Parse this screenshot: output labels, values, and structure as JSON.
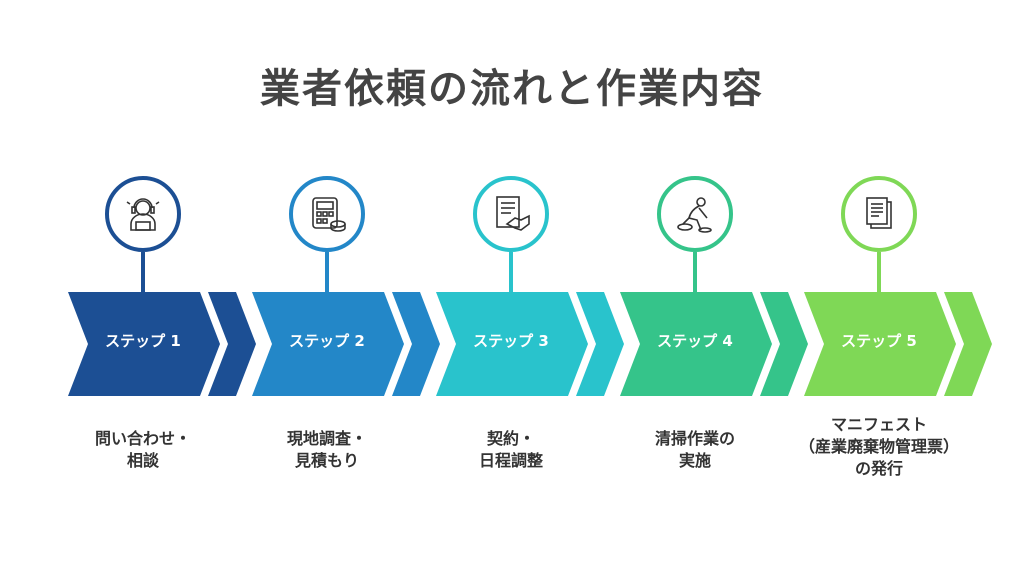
{
  "title": "業者依頼の流れと作業内容",
  "steps": [
    {
      "label": "ステップ 1",
      "desc": "問い合わせ・\n相談",
      "color": "#1c4f94",
      "icon": "headset-operator-icon"
    },
    {
      "label": "ステップ 2",
      "desc": "現地調査・\n見積もり",
      "color": "#2387c8",
      "icon": "calculator-coins-icon"
    },
    {
      "label": "ステップ 3",
      "desc": "契約・\n日程調整",
      "color": "#29c3cc",
      "icon": "contract-handshake-icon"
    },
    {
      "label": "ステップ 4",
      "desc": "清掃作業の\n実施",
      "color": "#35c48a",
      "icon": "cleaning-worker-icon"
    },
    {
      "label": "ステップ 5",
      "desc": "マニフェスト\n（産業廃棄物管理票）\nの発行",
      "color": "#7fd856",
      "icon": "documents-icon"
    }
  ]
}
